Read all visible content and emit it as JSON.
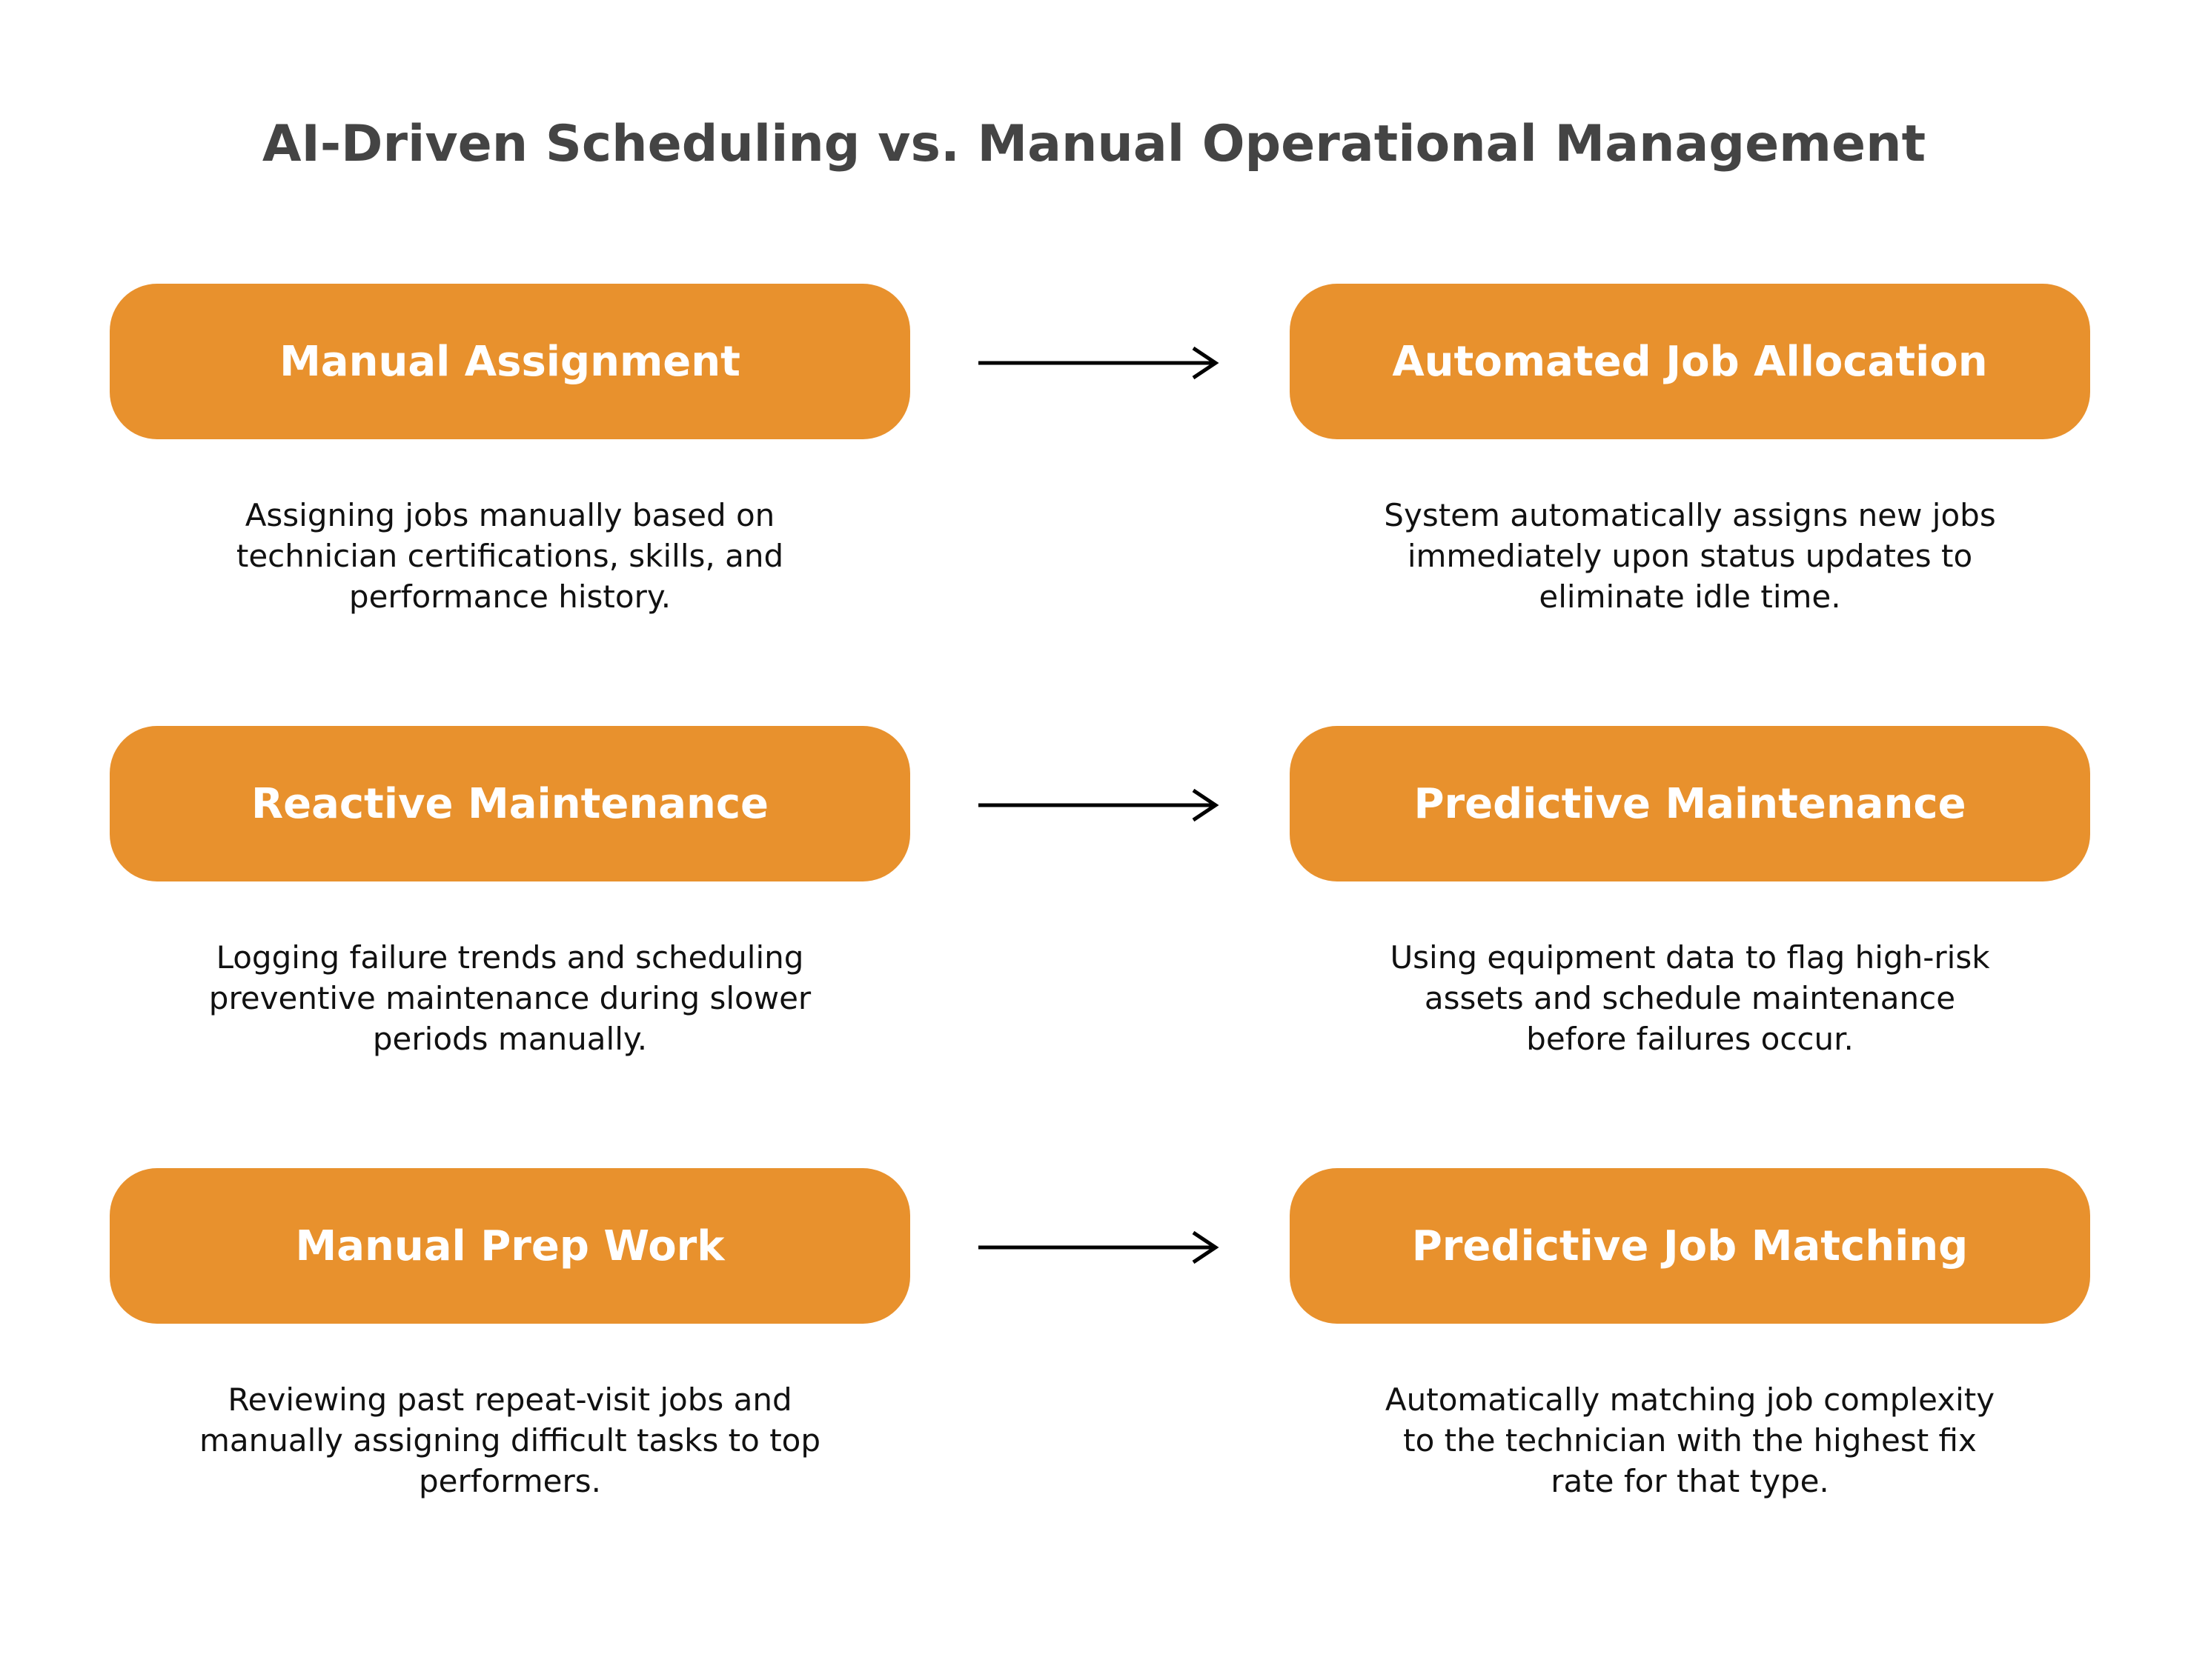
{
  "title": "AI-Driven Scheduling vs. Manual Operational Management",
  "colors": {
    "pill": "#E8912D",
    "pill_text": "#FFFFFF",
    "title": "#444444",
    "arrow": "#000000"
  },
  "rows": [
    {
      "manual": {
        "label": "Manual Assignment",
        "description": "Assigning jobs manually based on technician certifications, skills, and performance history."
      },
      "ai": {
        "label": "Automated Job Allocation",
        "description": "System automatically assigns new jobs immediately upon status updates to eliminate idle time."
      }
    },
    {
      "manual": {
        "label": "Reactive Maintenance",
        "description": "Logging failure trends and scheduling preventive maintenance during slower periods manually."
      },
      "ai": {
        "label": "Predictive Maintenance",
        "description": "Using equipment data to flag high-risk assets and schedule maintenance before failures occur."
      }
    },
    {
      "manual": {
        "label": "Manual Prep Work",
        "description": "Reviewing past repeat-visit jobs and manually assigning difficult tasks to top performers."
      },
      "ai": {
        "label": "Predictive Job Matching",
        "description": "Automatically matching job complexity to the technician with the highest fix rate for that type."
      }
    }
  ]
}
